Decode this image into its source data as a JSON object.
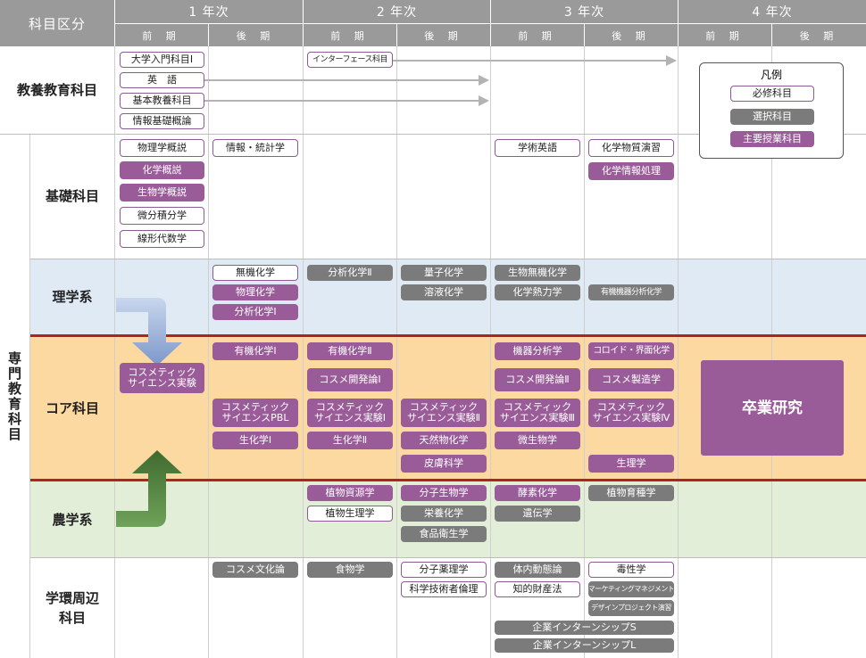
{
  "header": {
    "corner": "科目区分",
    "years": [
      "1 年次",
      "2 年次",
      "3 年次",
      "4 年次"
    ],
    "zenki": "前 期",
    "kouki": "後 期"
  },
  "rows": {
    "kyoyo": "教養教育科目",
    "senmon": "専門教育科目",
    "kiso": "基礎科目",
    "rigaku": "理学系",
    "core": "コア科目",
    "nogaku": "農学系",
    "gakkan": [
      "学環周辺",
      "科目"
    ]
  },
  "legend": {
    "title": "凡例",
    "required": "必修科目",
    "elective": "選択科目",
    "main": "主要授業科目"
  },
  "colors": {
    "header": "#9a9a9a",
    "main": "#9a5c98",
    "elective": "#7b7b7b",
    "rigaku_bg": "#dfeaf5",
    "core_bg": "#fbd9a0",
    "nogaku_bg": "#e3eed9",
    "red_line": "#b22222"
  },
  "courses": {
    "kyoyo": [
      "大学入門科目Ⅰ",
      "英　語",
      "基本教養科目",
      "情報基礎概論",
      "インターフェース科目"
    ],
    "kiso": [
      "物理学概説",
      "化学概説",
      "生物学概説",
      "微分積分学",
      "線形代数学",
      "情報・統計学",
      "学術英語",
      "化学物質演習",
      "化学情報処理"
    ],
    "rigaku": [
      "無機化学",
      "物理化学",
      "分析化学Ⅰ",
      "分析化学Ⅱ",
      "量子化学",
      "溶液化学",
      "生物無機化学",
      "化学熱力学",
      "有機機器分析化学"
    ],
    "core": [
      "コスメティック",
      "サイエンス実験",
      "有機化学Ⅰ",
      "コスメティック",
      "サイエンスPBL",
      "生化学Ⅰ",
      "有機化学Ⅱ",
      "コスメ開発論Ⅰ",
      "コスメティック",
      "サイエンス実験Ⅰ",
      "生化学Ⅱ",
      "コスメティック",
      "サイエンス実験Ⅱ",
      "天然物化学",
      "皮膚科学",
      "機器分析学",
      "コスメ開発論Ⅱ",
      "コスメティック",
      "サイエンス実験Ⅲ",
      "微生物学",
      "コロイド・界面化学",
      "コスメ製造学",
      "コスメティック",
      "サイエンス実験Ⅳ",
      "生理学",
      "卒業研究"
    ],
    "nogaku": [
      "植物資源学",
      "植物生理学",
      "分子生物学",
      "栄養化学",
      "食品衛生学",
      "酵素化学",
      "遺伝学",
      "植物育種学"
    ],
    "gakkan": [
      "コスメ文化論",
      "食物学",
      "分子薬理学",
      "科学技術者倫理",
      "体内動態論",
      "知的財産法",
      "毒性学",
      "マーケティングマネジメント",
      "デザインプロジェクト演習",
      "企業インターンシップS",
      "企業インターンシップL"
    ]
  }
}
